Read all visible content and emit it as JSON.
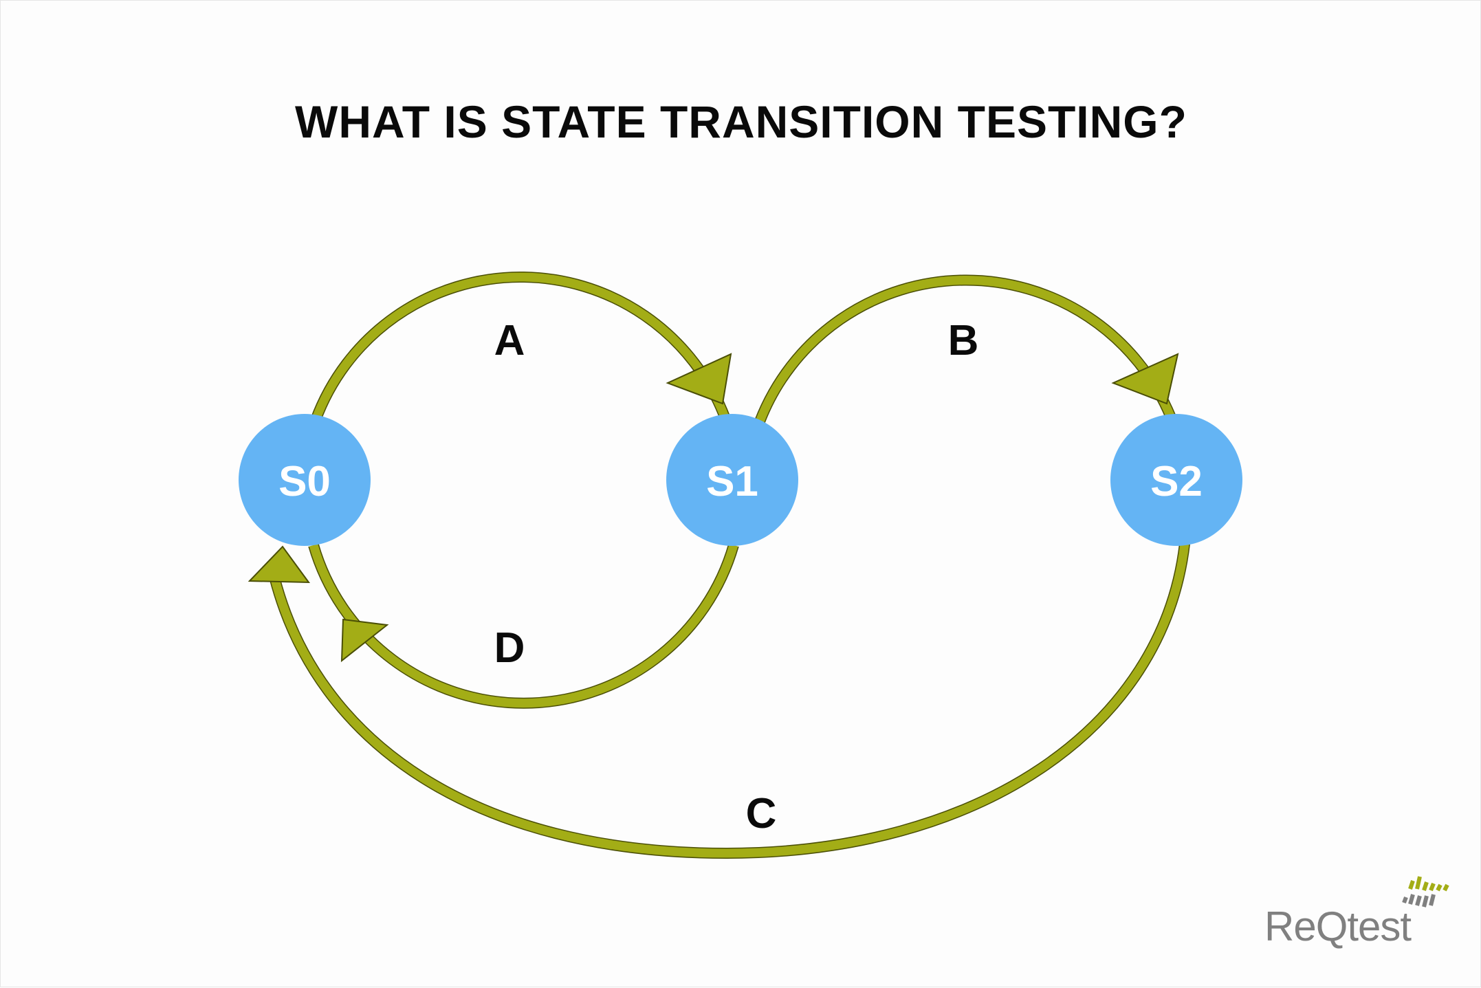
{
  "title": "WHAT IS STATE TRANSITION TESTING?",
  "colors": {
    "state_fill": "#64b4f4",
    "state_text": "#ffffff",
    "edge": "#a3ad16",
    "edge_outline": "#4a4e06",
    "label": "#0a0a0a",
    "logo_text": "#808080",
    "logo_mark": "#a3ad16"
  },
  "states": [
    {
      "id": "S0",
      "label": "S0"
    },
    {
      "id": "S1",
      "label": "S1"
    },
    {
      "id": "S2",
      "label": "S2"
    }
  ],
  "transitions": [
    {
      "label": "A",
      "from": "S0",
      "to": "S1"
    },
    {
      "label": "B",
      "from": "S1",
      "to": "S2"
    },
    {
      "label": "C",
      "from": "S2",
      "to": "S0"
    },
    {
      "label": "D",
      "from": "S1",
      "to": "S0"
    }
  ],
  "logo": {
    "text": "ReQtest"
  }
}
